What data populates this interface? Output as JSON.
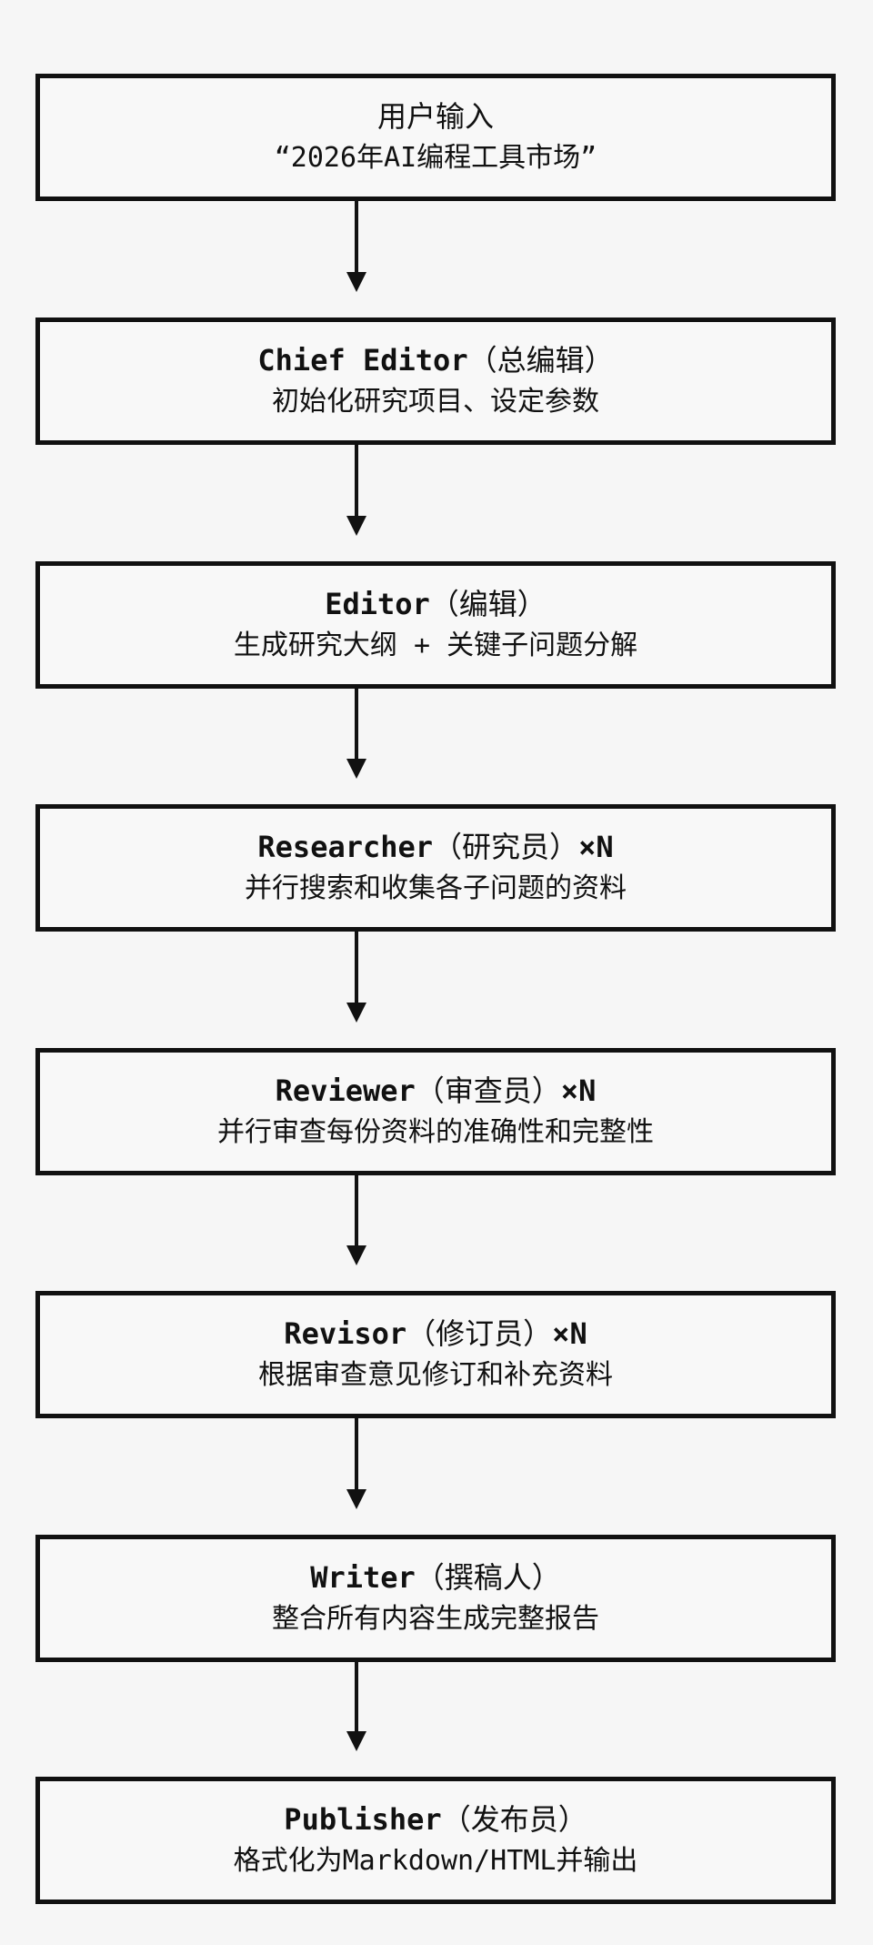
{
  "steps": [
    {
      "title_plain": "用户输入",
      "desc": "“2026年AI编程工具市场”"
    },
    {
      "role": "Chief Editor",
      "role_cn": "（总编辑）",
      "suffix": "",
      "desc": "初始化研究项目、设定参数"
    },
    {
      "role": "Editor",
      "role_cn": "（编辑）",
      "suffix": "",
      "desc": "生成研究大纲 + 关键子问题分解"
    },
    {
      "role": "Researcher",
      "role_cn": "（研究员）",
      "suffix": "×N",
      "desc": "并行搜索和收集各子问题的资料"
    },
    {
      "role": "Reviewer",
      "role_cn": "（审查员）",
      "suffix": "×N",
      "desc": "并行审查每份资料的准确性和完整性"
    },
    {
      "role": "Revisor",
      "role_cn": "（修订员）",
      "suffix": "×N",
      "desc": "根据审查意见修订和补充资料"
    },
    {
      "role": "Writer",
      "role_cn": "（撰稿人）",
      "suffix": "",
      "desc": "整合所有内容生成完整报告"
    },
    {
      "role": "Publisher",
      "role_cn": "（发布员）",
      "suffix": "",
      "desc": "格式化为Markdown/HTML并输出"
    }
  ],
  "colors": {
    "background": "#f6f6f6",
    "box_border": "#111111",
    "text": "#111111",
    "arrow": "#111111"
  },
  "icons": {
    "connector": "down-arrow-icon"
  }
}
